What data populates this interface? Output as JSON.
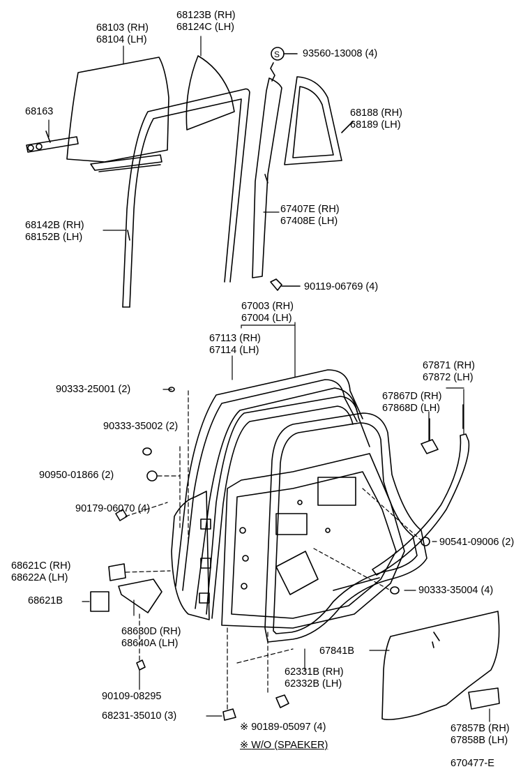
{
  "parts": {
    "rear_door_glass": [
      "68103 (RH)",
      "68104 (LH)"
    ],
    "quarter_glass": [
      "68123B (RH)",
      "68124C (LH)"
    ],
    "glass_screw": "93560-13008 (4)",
    "glass_channel_bracket": "68163",
    "quarter_frame_weatherstrip": [
      "68188 (RH)",
      "68189 (LH)"
    ],
    "run_channel": [
      "68142B (RH)",
      "68152B (LH)"
    ],
    "division_bar": [
      "67407E (RH)",
      "67408E (LH)"
    ],
    "division_bolt": "90119-06769 (4)",
    "door_weatherstrip": [
      "67003 (RH)",
      "67004 (LH)"
    ],
    "glass_weatherstrip": [
      "67113 (RH)",
      "67114 (LH)"
    ],
    "plug_25001": "90333-25001 (2)",
    "plug_35002": "90333-35002 (2)",
    "nut_01866": "90950-01866 (2)",
    "bolt_06070": "90179-06070 (4)",
    "hinge_cover": [
      "68621C (RH)",
      "68622A (LH)"
    ],
    "hinge_shim": "68621B",
    "door_check": [
      "68630D (RH)",
      "68640A (LH)"
    ],
    "bolt_08295": "90109-08295",
    "striker_plate": "68231-35010 (3)",
    "nut_05097": "90189-05097 (4)",
    "wo_speaker_note": "W/O (SPAEKER)",
    "door_panel": [
      "62331B (RH)",
      "62332B (LH)"
    ],
    "seal_67871": [
      "67871 (RH)",
      "67872 (LH)"
    ],
    "seal_67867": [
      "67867D (RH)",
      "67868D (LH)"
    ],
    "clip_09006": "90541-09006 (2)",
    "plug_35004": "90333-35004 (4)",
    "service_hole_cover": "67841B",
    "speaker_cover": [
      "67857B (RH)",
      "67858B (LH)"
    ],
    "diagram_code": "670477-E"
  }
}
